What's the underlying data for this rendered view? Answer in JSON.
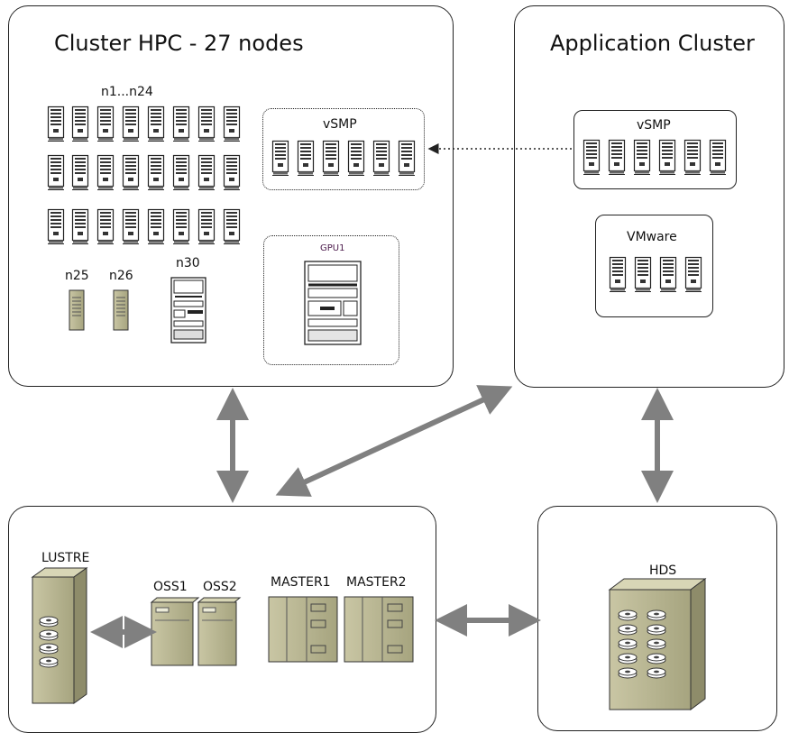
{
  "hpc": {
    "title": "Cluster HPC - 27 nodes",
    "nodes_label": "n1...n24",
    "n25": "n25",
    "n26": "n26",
    "n30": "n30",
    "vsmp": "vSMP",
    "gpu": "GPU1"
  },
  "app": {
    "title": "Application Cluster",
    "vsmp": "vSMP",
    "vmware": "VMware"
  },
  "storage": {
    "lustre": "LUSTRE",
    "oss1": "OSS1",
    "oss2": "OSS2",
    "master1": "MASTER1",
    "master2": "MASTER2"
  },
  "hds": {
    "title": "HDS"
  },
  "icons": {
    "server": "server-tower-icon",
    "tower_small": "small-tower-icon",
    "workstation": "workstation-icon",
    "disk_array": "disk-array-icon",
    "rack": "rack-server-icon"
  }
}
